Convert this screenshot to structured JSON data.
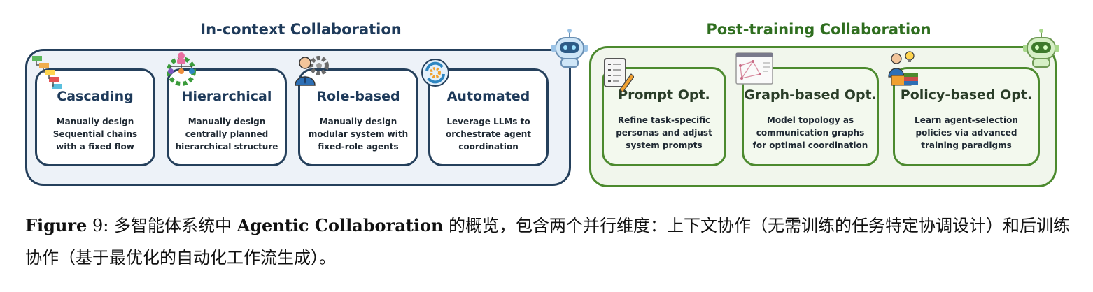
{
  "left_group": {
    "title": "In-context Collaboration",
    "cards": [
      {
        "title": "Cascading",
        "desc": "Manually design\nSequential chains\nwith a fixed flow"
      },
      {
        "title": "Hierarchical",
        "desc": "Manually design\ncentrally planned\nhierarchical structure"
      },
      {
        "title": "Role-based",
        "desc": "Manually design\nmodular system with\nfixed-role agents"
      },
      {
        "title": "Automated",
        "desc": "Leverage LLMs to\norchestrate agent\ncoordination"
      }
    ]
  },
  "right_group": {
    "title": "Post-training Collaboration",
    "cards": [
      {
        "title": "Prompt Opt.",
        "desc": "Refine task-specific\npersonas and adjust\nsystem prompts"
      },
      {
        "title": "Graph-based Opt.",
        "desc": "Model topology as\ncommunication graphs\nfor optimal coordination"
      },
      {
        "title": "Policy-based Opt.",
        "desc": "Learn agent-selection\npolicies via advanced\ntraining paradigms"
      }
    ]
  },
  "caption": {
    "label": "Figure",
    "number": "9",
    "text_a": ": 多智能体系统中 ",
    "bold_term": "Agentic Collaboration",
    "text_b": " 的概览，包含两个并行维度：上下文协作（无需训练的任务特定协调设计）和后训练协作（基于最优化的自动化工作流生成）。"
  },
  "colors": {
    "left_border": "#25405c",
    "left_fill": "#edf2f8",
    "right_border": "#4c8a2e",
    "right_fill": "#f1f6ec"
  },
  "icons": [
    "flowchart-icon",
    "hierarchy-gear-icon",
    "person-gear-icon",
    "automation-cycle-icon",
    "robot-blue-icon",
    "checklist-pencil-icon",
    "graph-window-icon",
    "person-lightbulb-icon",
    "robot-green-icon"
  ]
}
